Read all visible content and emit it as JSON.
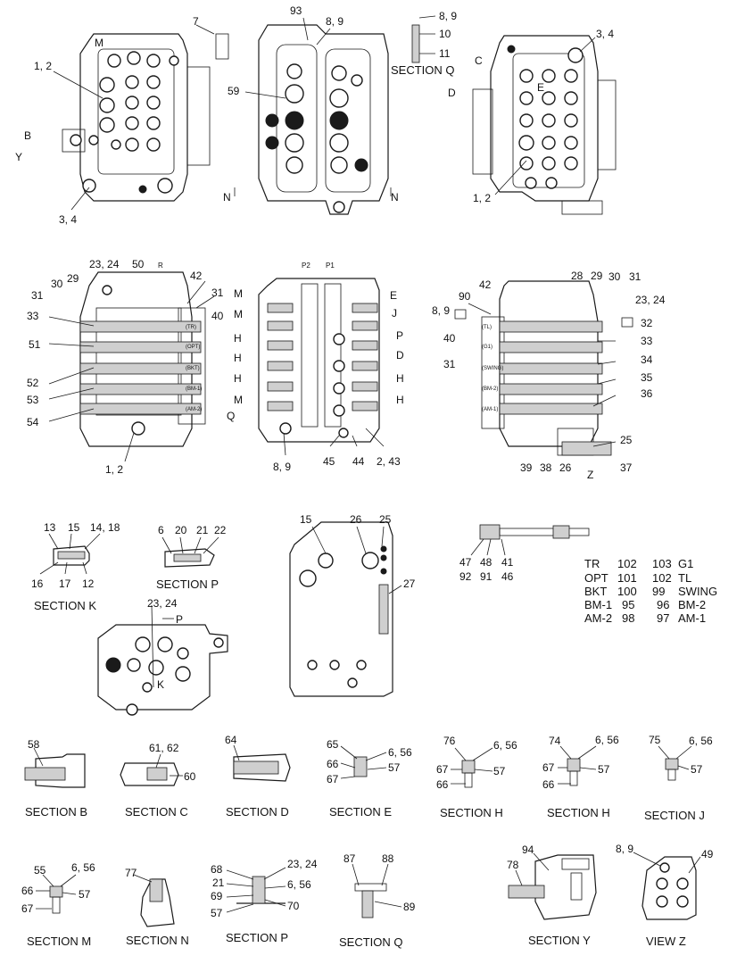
{
  "callouts": {
    "top_left": [
      "7",
      "M",
      "1, 2",
      "B",
      "Y",
      "3, 4"
    ],
    "top_center": [
      "93",
      "8, 9",
      "59",
      "N",
      "N"
    ],
    "section_q_top": [
      "8, 9",
      "10",
      "11"
    ],
    "top_right": [
      "3, 4",
      "C",
      "D",
      "E",
      "1, 2"
    ],
    "mid_left": [
      "23, 24",
      "50",
      "R",
      "30",
      "29",
      "31",
      "33",
      "51",
      "52",
      "53",
      "54",
      "42",
      "31",
      "40",
      "1, 2",
      "(TR)",
      "(OPT)",
      "(BKT)",
      "(BM-1)",
      "(AM-2)"
    ],
    "mid_center": [
      "P2",
      "P1",
      "M",
      "M",
      "H",
      "H",
      "H",
      "M",
      "Q",
      "E",
      "J",
      "P",
      "D",
      "H",
      "H",
      "8, 9",
      "45",
      "44",
      "2, 43"
    ],
    "mid_right": [
      "28",
      "29",
      "30",
      "31",
      "8, 9",
      "90",
      "42",
      "23, 24",
      "32",
      "40",
      "33",
      "34",
      "31",
      "35",
      "36",
      "25",
      "39",
      "38",
      "26",
      "37",
      "Z",
      "(TL)",
      "(G1)",
      "(SWING)",
      "(BM-2)",
      "(AM-1)"
    ],
    "section_k": [
      "13",
      "15",
      "14, 18",
      "16",
      "17",
      "12"
    ],
    "section_p_small": [
      "6",
      "20",
      "21",
      "22"
    ],
    "center_block": [
      "15",
      "26",
      "25",
      "27"
    ],
    "spool_detail": [
      "47",
      "48",
      "41",
      "92",
      "91",
      "46"
    ],
    "lower_left_block": [
      "23, 24",
      "P",
      "K"
    ],
    "section_b": [
      "58"
    ],
    "section_c": [
      "61, 62",
      "60"
    ],
    "section_d": [
      "64"
    ],
    "section_e": [
      "65",
      "6, 56",
      "66",
      "57",
      "67"
    ],
    "section_h1": [
      "76",
      "6, 56",
      "67",
      "57",
      "66"
    ],
    "section_h2": [
      "74",
      "6, 56",
      "67",
      "57",
      "66"
    ],
    "section_j": [
      "75",
      "6, 56",
      "57"
    ],
    "section_m": [
      "55",
      "6, 56",
      "66",
      "57",
      "67"
    ],
    "section_n": [
      "77"
    ],
    "section_p_big": [
      "68",
      "23, 24",
      "21",
      "6, 56",
      "69",
      "70",
      "57"
    ],
    "section_q_bottom": [
      "87",
      "88",
      "89"
    ],
    "section_y": [
      "94",
      "78"
    ],
    "view_z": [
      "8, 9",
      "49"
    ]
  },
  "section_titles": {
    "q_top": "SECTION  Q",
    "k": "SECTION  K",
    "p_small": "SECTION  P",
    "b": "SECTION  B",
    "c": "SECTION  C",
    "d": "SECTION  D",
    "e": "SECTION  E",
    "h1": "SECTION  H",
    "h2": "SECTION  H",
    "j": "SECTION  J",
    "m": "SECTION  M",
    "n": "SECTION  N",
    "p_big": "SECTION  P",
    "q_bottom": "SECTION  Q",
    "y": "SECTION  Y",
    "z": "VIEW  Z"
  },
  "spool_table": [
    {
      "left_name": "TR",
      "left_no": "102",
      "right_no": "103",
      "right_name": "G1"
    },
    {
      "left_name": "OPT",
      "left_no": "101",
      "right_no": "102",
      "right_name": "TL"
    },
    {
      "left_name": "BKT",
      "left_no": "100",
      "right_no": "99",
      "right_name": "SWING"
    },
    {
      "left_name": "BM-1",
      "left_no": "95",
      "right_no": "96",
      "right_name": "BM-2"
    },
    {
      "left_name": "AM-2",
      "left_no": "98",
      "right_no": "97",
      "right_name": "AM-1"
    }
  ]
}
